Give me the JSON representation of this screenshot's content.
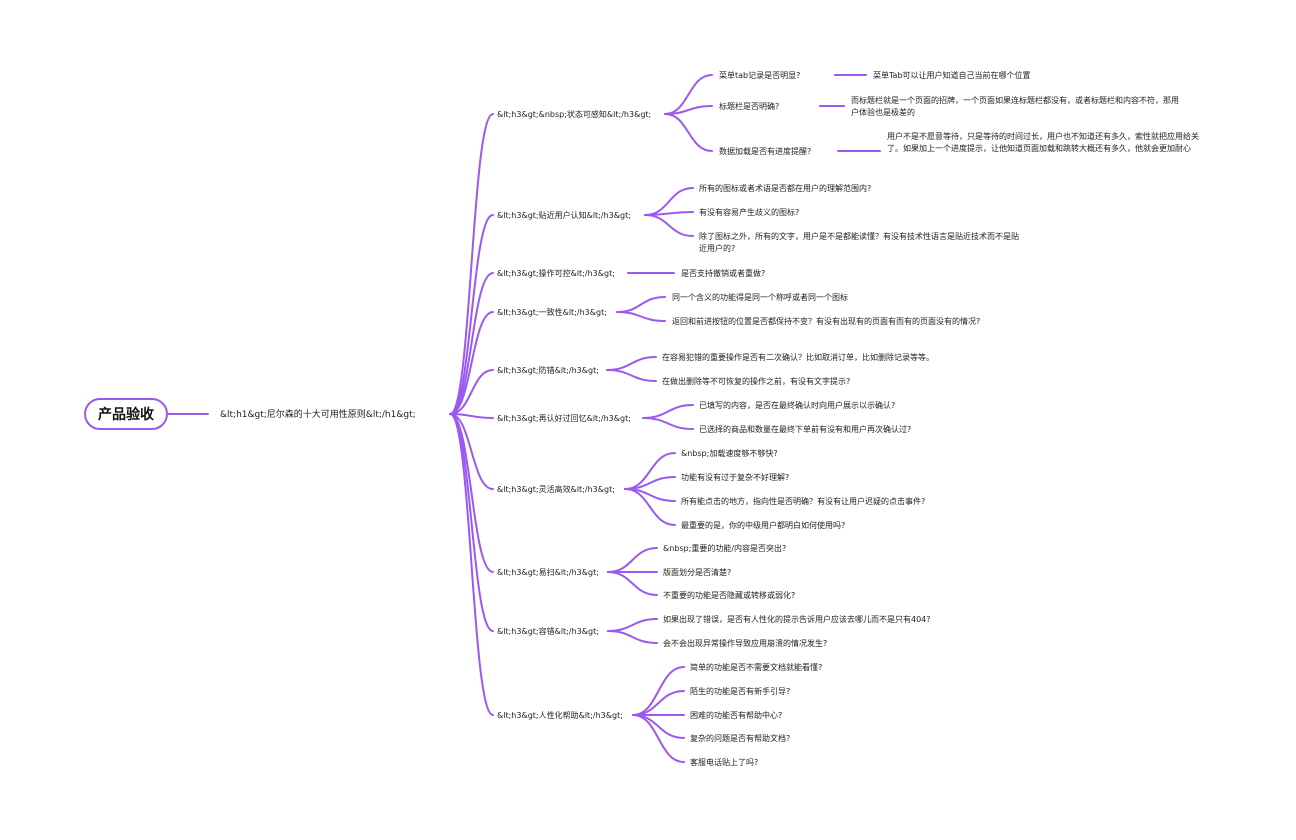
{
  "root": {
    "label": "产品验收"
  },
  "h1": {
    "label": "&lt;h1&gt;尼尔森的十大可用性原则&lt;/h1&gt;"
  },
  "branches": [
    {
      "label": "&lt;h3&gt;&nbsp;状态可感知&lt;/h3&gt;",
      "children": [
        {
          "label": "菜单tab记录是否明显?",
          "note": "菜单Tab可以让用户知道自己当前在哪个位置"
        },
        {
          "label": "标题栏是否明确?",
          "note": "而标题栏就是一个页面的招牌，一个页面如果连标题栏都没有，或者标题栏和内容不符，那用户体验也是极差的"
        },
        {
          "label": "数据加载是否有进度提醒?",
          "note": "用户不是不愿意等待，只是等待的时间过长，用户也不知道还有多久，索性就把应用给关了。如果加上一个进度提示，让他知道页面加载和跳转大概还有多久，他就会更加耐心"
        }
      ]
    },
    {
      "label": "&lt;h3&gt;贴近用户认知&lt;/h3&gt;",
      "children": [
        {
          "label": "所有的图标或者术语是否都在用户的理解范围内?"
        },
        {
          "label": "有没有容易产生歧义的图标?"
        },
        {
          "label": "除了图标之外，所有的文字，用户是不是都能读懂？有没有技术性语言是贴近技术而不是贴近用户的?"
        }
      ]
    },
    {
      "label": "&lt;h3&gt;操作可控&lt;/h3&gt;",
      "children": [
        {
          "label": "是否支持撤销或者重做?"
        }
      ]
    },
    {
      "label": "&lt;h3&gt;一致性&lt;/h3&gt;",
      "children": [
        {
          "label": "同一个含义的功能得是同一个称呼或者同一个图标"
        },
        {
          "label": "返回和前进按钮的位置是否都保持不变？有没有出现有的页面有而有的页面没有的情况?"
        }
      ]
    },
    {
      "label": "&lt;h3&gt;防错&lt;/h3&gt;",
      "children": [
        {
          "label": "在容易犯错的重要操作是否有二次确认？比如取消订单，比如删除记录等等。"
        },
        {
          "label": "在做出删除等不可恢复的操作之前，有没有文字提示?"
        }
      ]
    },
    {
      "label": "&lt;h3&gt;再认好过回忆&lt;/h3&gt;",
      "children": [
        {
          "label": "已填写的内容，是否在最终确认时向用户展示以示确认?"
        },
        {
          "label": "已选择的商品和数量在最终下单前有没有和用户再次确认过?"
        }
      ]
    },
    {
      "label": "&lt;h3&gt;灵活高效&lt;/h3&gt;",
      "children": [
        {
          "label": "&nbsp;加载速度够不够快?"
        },
        {
          "label": "功能有没有过于复杂不好理解?"
        },
        {
          "label": "所有能点击的地方，指向性是否明确？有没有让用户迟疑的点击事件?"
        },
        {
          "label": "最重要的是，你的中级用户都明白如何使用吗?"
        }
      ]
    },
    {
      "label": "&lt;h3&gt;易扫&lt;/h3&gt;",
      "children": [
        {
          "label": "&nbsp;重要的功能/内容是否突出?"
        },
        {
          "label": "版面划分是否清楚?"
        },
        {
          "label": "不重要的功能是否隐藏或转移或弱化?"
        }
      ]
    },
    {
      "label": "&lt;h3&gt;容错&lt;/h3&gt;",
      "children": [
        {
          "label": "如果出现了错误，是否有人性化的提示告诉用户应该去哪儿而不是只有404?"
        },
        {
          "label": "会不会出现异常操作导致应用崩溃的情况发生?"
        }
      ]
    },
    {
      "label": "&lt;h3&gt;人性化帮助&lt;/h3&gt;",
      "children": [
        {
          "label": "简单的功能是否不需要文档就能看懂?"
        },
        {
          "label": "陌生的功能是否有新手引导?"
        },
        {
          "label": "困难的功能否有帮助中心?"
        },
        {
          "label": "复杂的问题是否有帮助文档?"
        },
        {
          "label": "客服电话贴上了吗?"
        }
      ]
    }
  ],
  "colors": {
    "line": "#9b59f0",
    "text": "#222222"
  }
}
